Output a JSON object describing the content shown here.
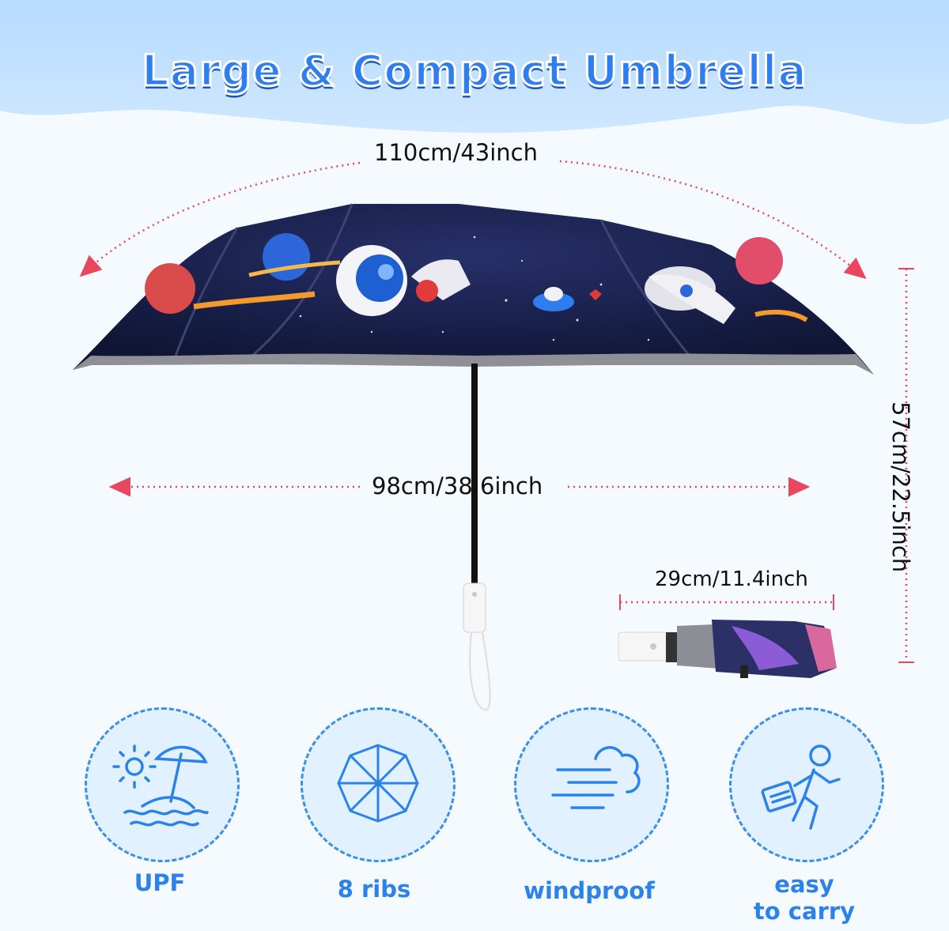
{
  "title": "Large & Compact Umbrella",
  "dimensions": {
    "open_arc": "110cm/43inch",
    "open_width": "98cm/38.6inch",
    "height": "57cm/22.5inch",
    "folded_length": "29cm/11.4inch"
  },
  "features": [
    {
      "label": "UPF",
      "icon": "sun-umbrella-island-icon"
    },
    {
      "label": "8 ribs",
      "icon": "umbrella-ribs-icon"
    },
    {
      "label": "windproof",
      "icon": "wind-cloud-icon"
    },
    {
      "label": "easy\nto carry",
      "label_line1": "easy",
      "label_line2": "to carry",
      "icon": "person-with-suitcase-icon"
    }
  ],
  "colors": {
    "title": "#2f7ef0",
    "accent": "#3b8fe8",
    "measure_arrow": "#e8475f",
    "canopy": "#141c3d"
  }
}
